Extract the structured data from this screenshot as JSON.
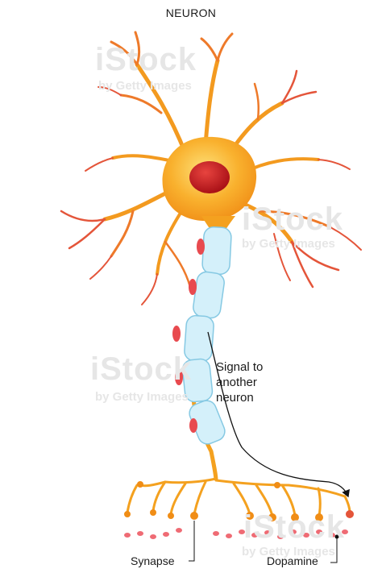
{
  "title": "NEURON",
  "labels": {
    "signal_line1": "Signal to",
    "signal_line2": "another",
    "signal_line3": "neuron",
    "synapse": "Synapse",
    "dopamine": "Dopamine"
  },
  "watermark": {
    "brand": "iStock",
    "credit": "by Getty Images"
  },
  "colors": {
    "cell_body": "#f6a21e",
    "cell_body_light": "#fdd05a",
    "nucleus": "#c8141c",
    "dendrite_tip": "#e4553a",
    "myelin": "#cfeef9",
    "myelin_outline": "#86c9e3",
    "schwann_nucleus": "#e84a4f",
    "vesicle": "#ef6b74"
  }
}
